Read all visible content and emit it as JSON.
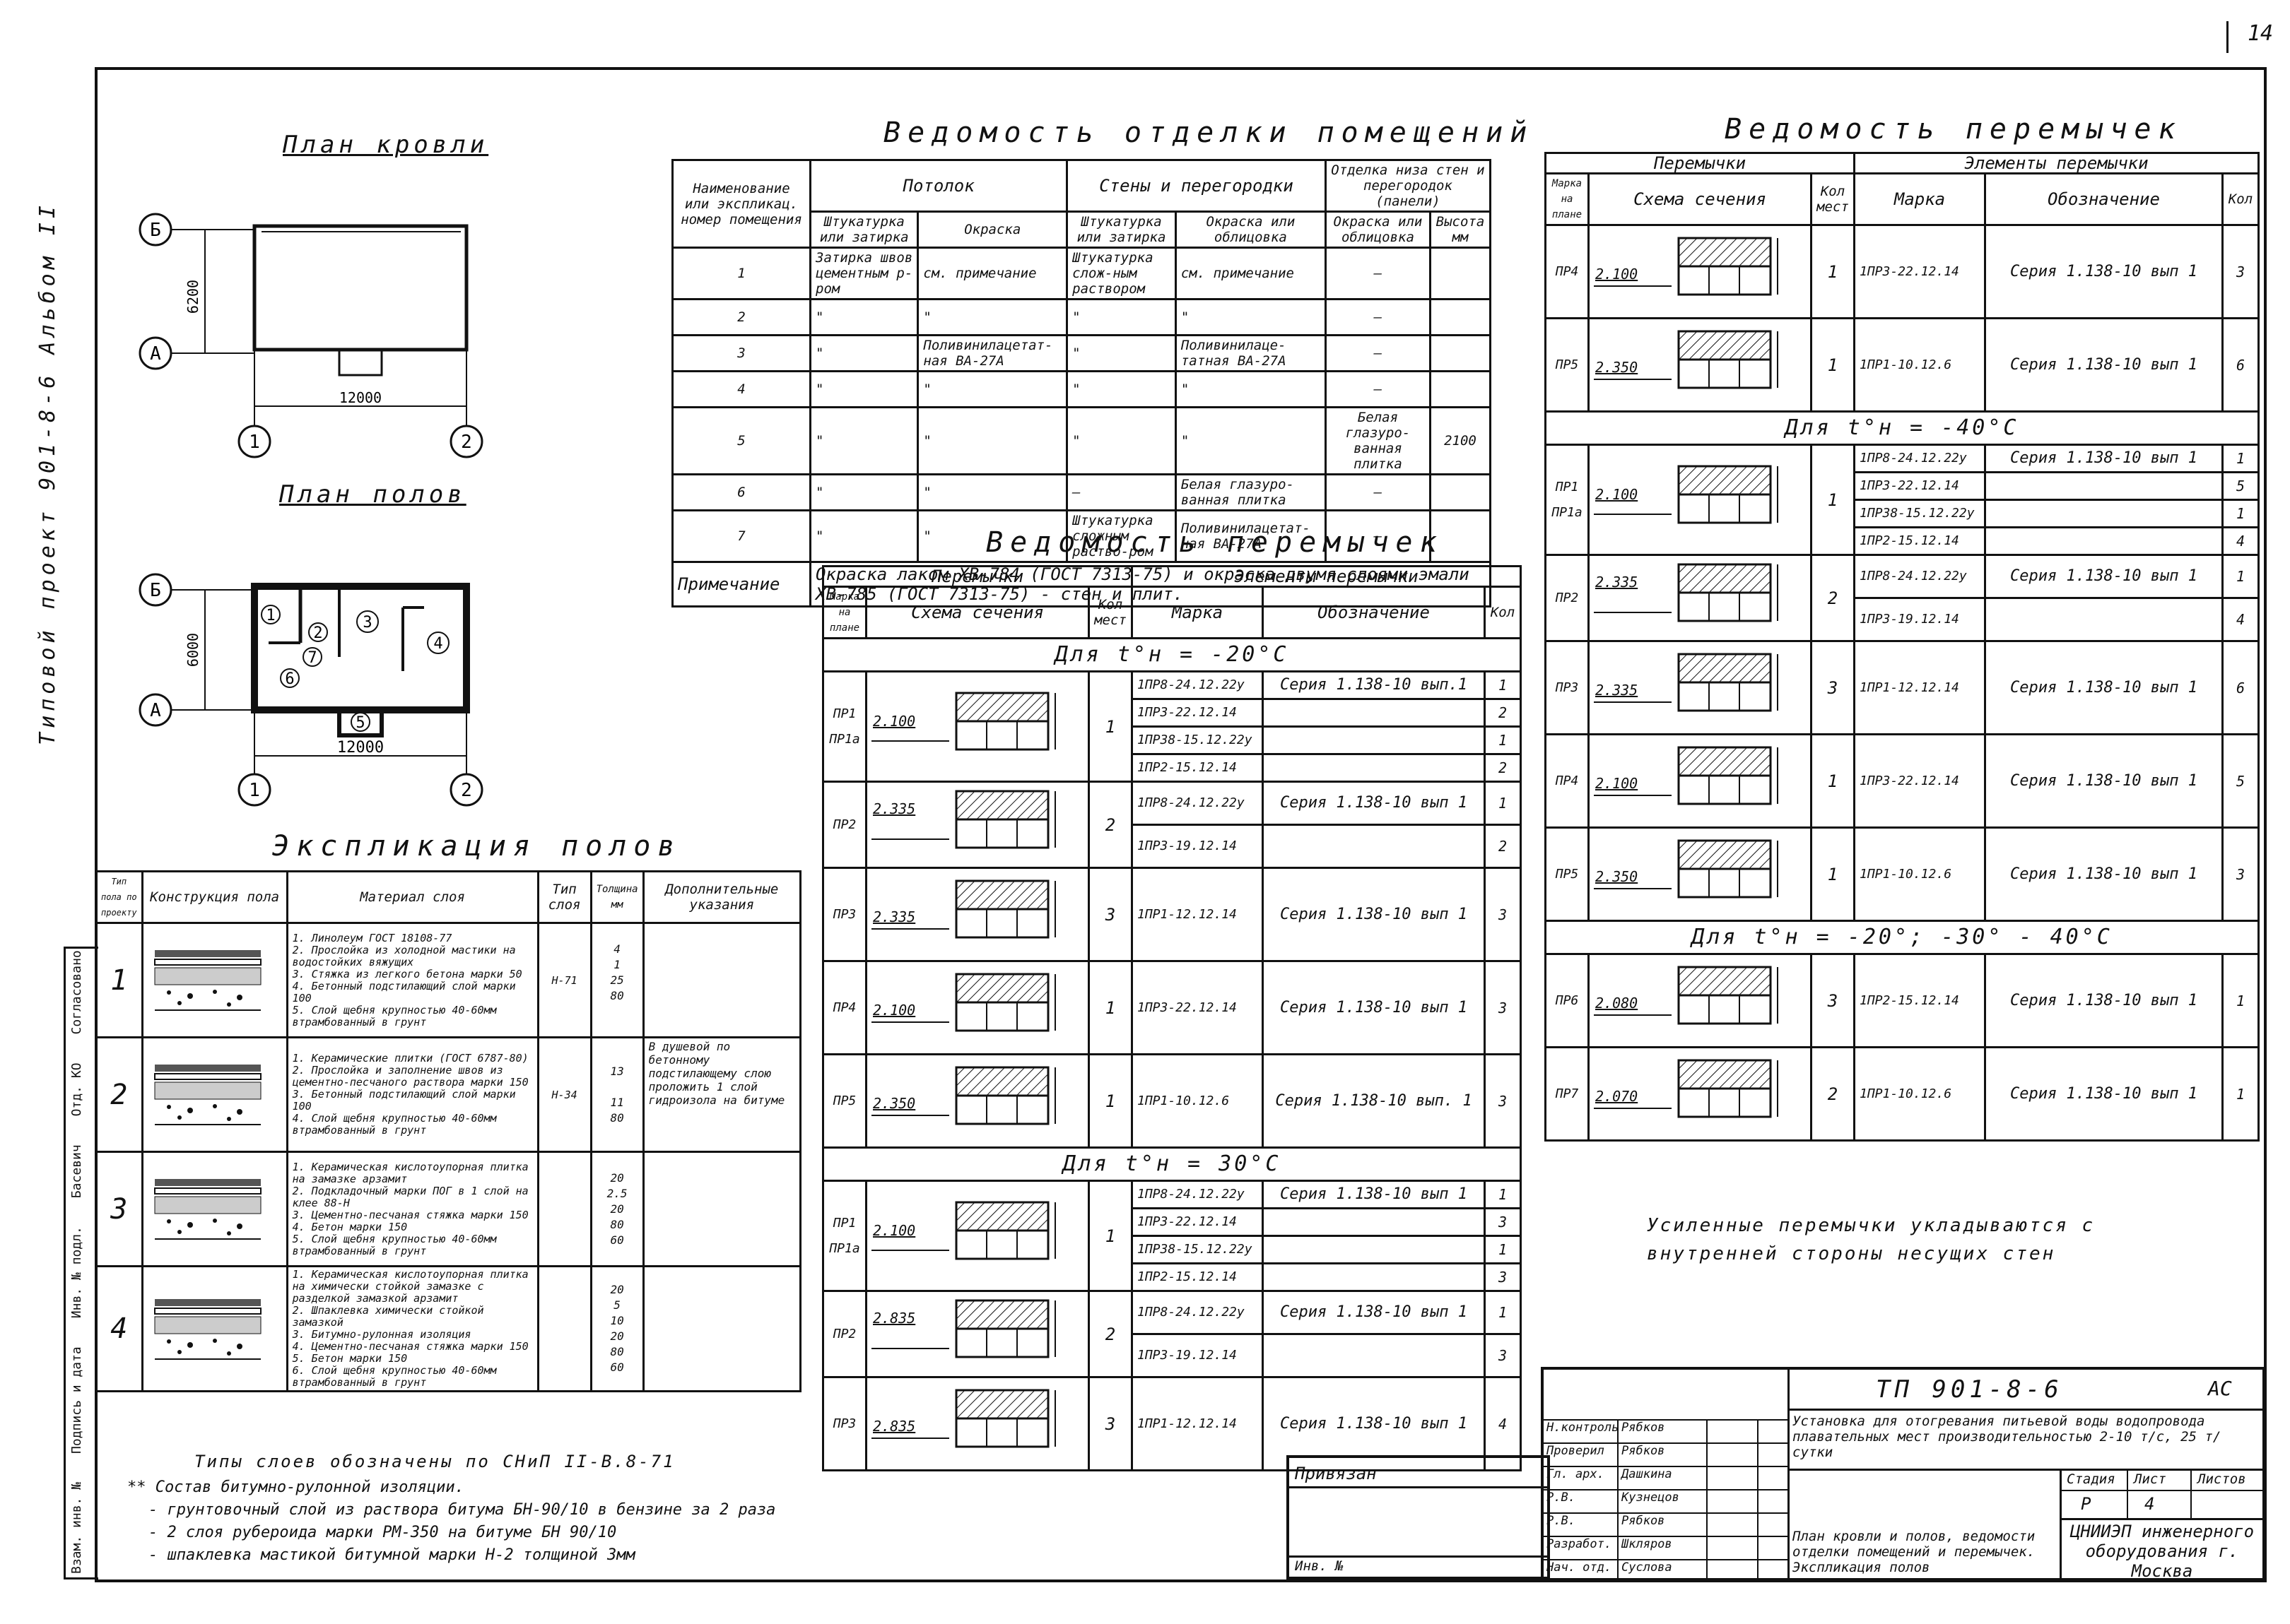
{
  "page_number": "14",
  "side_label": "Типовой проект 901-8-6 Альбом II",
  "roof_plan": {
    "title": "План кровли",
    "axis_b": "Б",
    "axis_a": "А",
    "axis_1": "1",
    "axis_2": "2",
    "dim_h": "6200",
    "dim_w": "12000"
  },
  "floor_plan": {
    "title": "План полов",
    "axis_b": "Б",
    "axis_a": "А",
    "axis_1": "1",
    "axis_2": "2",
    "dim_h": "6000",
    "dim_w": "12000",
    "rooms": [
      "1",
      "2",
      "3",
      "4",
      "5",
      "6",
      "7"
    ]
  },
  "finishing": {
    "title": "Ведомость отделки помещений",
    "head": {
      "name": "Наименование или экспликац. номер помещения",
      "ceiling": "Потолок",
      "walls": "Стены и перегородки",
      "lower": "Отделка низа стен и перегородок (панели)",
      "plaster": "Штукатурка или затирка",
      "paint": "Окраска",
      "plaster2": "Штукатурка или затирка",
      "paint2": "Окраска или облицовка",
      "paint3": "Окраска или облицовка",
      "height": "Высота мм"
    },
    "rows": [
      {
        "n": "1",
        "c1": "Затирка швов цементным р-ром",
        "c2": "см. примечание",
        "c3": "Штукатурка слож-ным раствором",
        "c4": "см. примечание",
        "c5": "—",
        "c6": ""
      },
      {
        "n": "2",
        "c1": "\"",
        "c2": "\"",
        "c3": "\"",
        "c4": "\"",
        "c5": "—",
        "c6": ""
      },
      {
        "n": "3",
        "c1": "\"",
        "c2": "Поливинилацетат-ная ВА-27А",
        "c3": "\"",
        "c4": "Поливинилаце-татная ВА-27А",
        "c5": "—",
        "c6": ""
      },
      {
        "n": "4",
        "c1": "\"",
        "c2": "\"",
        "c3": "\"",
        "c4": "\"",
        "c5": "—",
        "c6": ""
      },
      {
        "n": "5",
        "c1": "\"",
        "c2": "\"",
        "c3": "\"",
        "c4": "\"",
        "c5": "Белая глазуро-ванная плитка",
        "c6": "2100"
      },
      {
        "n": "6",
        "c1": "\"",
        "c2": "\"",
        "c3": "—",
        "c4": "Белая глазуро-ванная плитка",
        "c5": "—",
        "c6": ""
      },
      {
        "n": "7",
        "c1": "\"",
        "c2": "\"",
        "c3": "Штукатурка сложным раство-ром",
        "c4": "Поливинилацетат-ная ВА-27А",
        "c5": "—",
        "c6": ""
      }
    ],
    "note_label": "Примечание",
    "note": "Окраска лаком ХВ-784 (ГОСТ 7313-75) и окраска двумя слоями эмали ХВ-785 (ГОСТ 7313-75) - стен и плит."
  },
  "lintels_mid": {
    "title": "Ведомость перемычек",
    "head": {
      "lintels": "Перемычки",
      "elements": "Элементы перемычки",
      "mark": "Марка на плане",
      "scheme": "Схема сечения",
      "qty": "Кол мест",
      "marka": "Марка",
      "desig": "Обозначение",
      "kol": "Кол"
    },
    "sections": [
      {
        "label": "Для t°н = -20°С",
        "groups": [
          {
            "marks": [
              "ПР1",
              "ПР1а"
            ],
            "elev": "2.100",
            "qty": "1",
            "items": [
              [
                "1ПР8-24.12.22у",
                "Серия 1.138-10 вып.1",
                "1"
              ],
              [
                "1ПР3-22.12.14",
                "",
                "2"
              ],
              [
                "1ПР38-15.12.22у",
                "",
                "1"
              ],
              [
                "1ПР2-15.12.14",
                "",
                "2"
              ]
            ]
          },
          {
            "marks": [
              "ПР2"
            ],
            "elev": "2.335",
            "qty": "2",
            "items": [
              [
                "1ПР8-24.12.22у",
                "Серия 1.138-10 вып 1",
                "1"
              ],
              [
                "1ПР3-19.12.14",
                "",
                "2"
              ]
            ]
          },
          {
            "marks": [
              "ПР3"
            ],
            "elev": "2.335",
            "qty": "3",
            "items": [
              [
                "1ПР1-12.12.14",
                "Серия 1.138-10 вып 1",
                "3"
              ]
            ]
          },
          {
            "marks": [
              "ПР4"
            ],
            "elev": "2.100",
            "qty": "1",
            "items": [
              [
                "1ПР3-22.12.14",
                "Серия 1.138-10 вып 1",
                "3"
              ]
            ]
          },
          {
            "marks": [
              "ПР5"
            ],
            "elev": "2.350",
            "qty": "1",
            "items": [
              [
                "1ПР1-10.12.6",
                "Серия 1.138-10 вып. 1",
                "3"
              ]
            ]
          }
        ]
      },
      {
        "label": "Для t°н = 30°С",
        "groups": [
          {
            "marks": [
              "ПР1",
              "ПР1а"
            ],
            "elev": "2.100",
            "qty": "1",
            "items": [
              [
                "1ПР8-24.12.22у",
                "Серия 1.138-10 вып 1",
                "1"
              ],
              [
                "1ПР3-22.12.14",
                "",
                "3"
              ],
              [
                "1ПР38-15.12.22у",
                "",
                "1"
              ],
              [
                "1ПР2-15.12.14",
                "",
                "3"
              ]
            ]
          },
          {
            "marks": [
              "ПР2"
            ],
            "elev": "2.835",
            "qty": "2",
            "items": [
              [
                "1ПР8-24.12.22у",
                "Серия 1.138-10 вып 1",
                "1"
              ],
              [
                "1ПР3-19.12.14",
                "",
                "3"
              ]
            ]
          },
          {
            "marks": [
              "ПР3"
            ],
            "elev": "2.835",
            "qty": "3",
            "items": [
              [
                "1ПР1-12.12.14",
                "Серия 1.138-10 вып 1",
                "4"
              ]
            ]
          }
        ]
      }
    ]
  },
  "lintels_right": {
    "title": "Ведомость перемычек",
    "head": {
      "lintels": "Перемычки",
      "elements": "Элементы перемычки",
      "mark": "Марка на плане",
      "scheme": "Схема сечения",
      "qty": "Кол мест",
      "marka": "Марка",
      "desig": "Обозначение",
      "kol": "Кол"
    },
    "sections": [
      {
        "label": "",
        "groups": [
          {
            "marks": [
              "ПР4"
            ],
            "elev": "2.100",
            "qty": "1",
            "items": [
              [
                "1ПР3-22.12.14",
                "Серия 1.138-10 вып 1",
                "3"
              ]
            ]
          },
          {
            "marks": [
              "ПР5"
            ],
            "elev": "2.350",
            "qty": "1",
            "items": [
              [
                "1ПР1-10.12.6",
                "Серия 1.138-10 вып 1",
                "6"
              ]
            ]
          }
        ]
      },
      {
        "label": "Для t°н = -40°С",
        "groups": [
          {
            "marks": [
              "ПР1",
              "ПР1а"
            ],
            "elev": "2.100",
            "qty": "1",
            "items": [
              [
                "1ПР8-24.12.22у",
                "Серия 1.138-10 вып 1",
                "1"
              ],
              [
                "1ПР3-22.12.14",
                "",
                "5"
              ],
              [
                "1ПР38-15.12.22у",
                "",
                "1"
              ],
              [
                "1ПР2-15.12.14",
                "",
                "4"
              ]
            ]
          },
          {
            "marks": [
              "ПР2"
            ],
            "elev": "2.335",
            "qty": "2",
            "items": [
              [
                "1ПР8-24.12.22у",
                "Серия 1.138-10 вып 1",
                "1"
              ],
              [
                "1ПР3-19.12.14",
                "",
                "4"
              ]
            ]
          },
          {
            "marks": [
              "ПР3"
            ],
            "elev": "2.335",
            "qty": "3",
            "items": [
              [
                "1ПР1-12.12.14",
                "Серия 1.138-10 вып 1",
                "6"
              ]
            ]
          },
          {
            "marks": [
              "ПР4"
            ],
            "elev": "2.100",
            "qty": "1",
            "items": [
              [
                "1ПР3-22.12.14",
                "Серия 1.138-10 вып 1",
                "5"
              ]
            ]
          },
          {
            "marks": [
              "ПР5"
            ],
            "elev": "2.350",
            "qty": "1",
            "items": [
              [
                "1ПР1-10.12.6",
                "Серия 1.138-10 вып 1",
                "3"
              ]
            ]
          }
        ]
      },
      {
        "label": "Для t°н = -20°; -30° - 40°С",
        "groups": [
          {
            "marks": [
              "ПР6"
            ],
            "elev": "2.080",
            "qty": "3",
            "items": [
              [
                "1ПР2-15.12.14",
                "Серия 1.138-10 вып 1",
                "1"
              ]
            ]
          },
          {
            "marks": [
              "ПР7"
            ],
            "elev": "2.070",
            "qty": "2",
            "items": [
              [
                "1ПР1-10.12.6",
                "Серия 1.138-10 вып 1",
                "1"
              ]
            ]
          }
        ]
      }
    ],
    "note": "Усиленные перемычки укладываются с внутренней стороны несущих стен"
  },
  "floors": {
    "title": "Экспликация полов",
    "head": {
      "type": "Тип пола по проекту",
      "construction": "Конструкция пола",
      "material": "Материал слоя",
      "layer": "Тип слоя",
      "thick": "Толщина мм",
      "extra": "Дополнительные указания"
    },
    "rows": [
      {
        "n": "1",
        "material": [
          "1. Линолеум ГОСТ 18108-77",
          "2. Прослойка из холодной мастики на водостойких вяжущих",
          "3. Стяжка из легкого бетона марки 50",
          "4. Бетонный подстилающий слой марки 100",
          "5. Слой щебня крупностью 40-60мм втрамбованный в грунт"
        ],
        "layer": "Н-71",
        "thick": [
          "4",
          "1",
          "25",
          "80",
          ""
        ],
        "extra": ""
      },
      {
        "n": "2",
        "material": [
          "1. Керамические плитки (ГОСТ 6787-80)",
          "2. Прослойка и заполнение швов из цементно-песчаного раствора марки 150",
          "3. Бетонный подстилающий слой марки 100",
          "4. Слой щебня крупностью 40-60мм втрамбованный в грунт"
        ],
        "layer": "Н-34",
        "thick": [
          "13",
          "",
          "11",
          "80"
        ],
        "extra": "В душевой по бетонному подстилающему слою проложить 1 слой гидроизола на битуме"
      },
      {
        "n": "3",
        "material": [
          "1. Керамическая кислотоупорная плитка на замазке арзамит",
          "2. Подкладочный марки ПОГ в 1 слой на клее 88-Н",
          "3. Цементно-песчаная стяжка марки 150",
          "4. Бетон марки 150",
          "5. Слой щебня крупностью 40-60мм втрамбованный в грунт"
        ],
        "layer": "",
        "thick": [
          "20",
          "2.5",
          "20",
          "80",
          "60"
        ],
        "extra": ""
      },
      {
        "n": "4",
        "material": [
          "1. Керамическая кислотоупорная плитка на химически стойкой замазке с разделкой замазкой арзамит",
          "2. Шпаклевка химически стойкой замазкой",
          "3. Битумно-рулонная изоляция",
          "4. Цементно-песчаная стяжка марки 150",
          "5. Бетон марки 150",
          "6. Слой щебня крупностью 40-60мм втрамбованный в грунт"
        ],
        "layer": "",
        "thick": [
          "20",
          "5",
          "10",
          "20",
          "80",
          "60"
        ],
        "extra": ""
      }
    ],
    "note_types": "Типы слоев обозначены по СНиП II-В.8-71",
    "insulation_notes": [
      "** Состав битумно-рулонной изоляции.",
      "- грунтовочный слой из раствора битума БН-90/10 в бензине за 2 раза",
      "- 2 слоя рубероида марки РМ-350 на битуме БН 90/10",
      "- шпаклевка мастикой битумной марки Н-2 толщиной 3мм"
    ]
  },
  "sidebar": {
    "rows": [
      "Согласовано",
      "Отд. КО",
      "Басевич",
      "Инв. № подл.",
      "Подпись и дата",
      "Взам. инв. №"
    ]
  },
  "stamp": {
    "code": "ТП 901-8-6",
    "stage_code": "АС",
    "project_title": "Установка для отогревания питьевой воды водопровода плавательных мест производительностью 2-10 т/с, 25 т/сутки",
    "sheet_title": "План кровли и полов, ведомости отделки помещений и перемычек. Экспликация полов",
    "org": "ЦНИИЭП инженерного оборудования г. Москва",
    "stage_label": "Стадия",
    "sheet_label": "Лист",
    "sheets_label": "Листов",
    "stage": "Р",
    "sheet": "4",
    "sheets": "",
    "people": [
      [
        "Н.контроль",
        "Рябков"
      ],
      [
        "Проверил",
        "Рябков"
      ],
      [
        "Гл. арх.",
        "Дашкина"
      ],
      [
        "Р.В.",
        "Кузнецов"
      ],
      [
        "Р.В.",
        "Рябков"
      ],
      [
        "Разработ.",
        "Шкляров"
      ],
      [
        "Нач. отд.",
        "Суслова"
      ]
    ],
    "privyazan": "Привязан",
    "inv": "Инв. №"
  }
}
